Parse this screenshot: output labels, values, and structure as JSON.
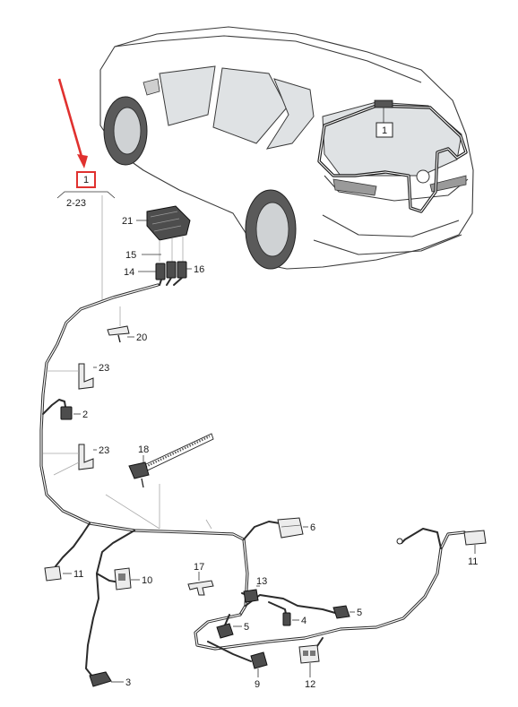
{
  "diagram": {
    "pointer_arrow_color": "#e0312f",
    "highlight_box_color": "#e0312f",
    "main_label": "1",
    "main_range": "2-23",
    "vehicle_label": "1",
    "callouts": {
      "c2": "2",
      "c3": "3",
      "c4": "4",
      "c5a": "5",
      "c5b": "5",
      "c6": "6",
      "c9": "9",
      "c10": "10",
      "c11a": "11",
      "c11b": "11",
      "c12": "12",
      "c13": "13",
      "c14": "14",
      "c15": "15",
      "c16": "16",
      "c17": "17",
      "c18": "18",
      "c20": "20",
      "c21": "21",
      "c23a": "23",
      "c23b": "23",
      "c23c": "23"
    }
  }
}
